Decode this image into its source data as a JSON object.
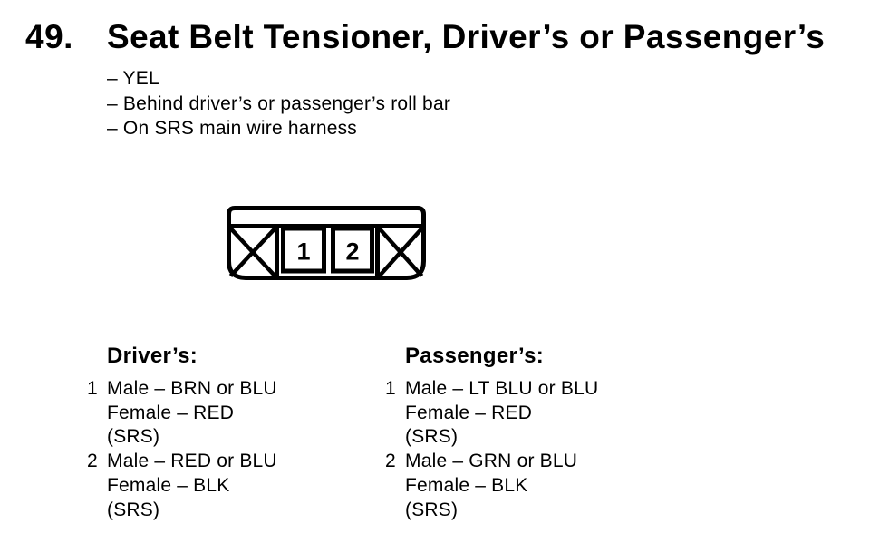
{
  "colors": {
    "ink": "#000000",
    "paper": "#ffffff"
  },
  "header": {
    "item_number": "49.",
    "title": "Seat Belt Tensioner, Driver’s or Passenger’s",
    "bullets": [
      "– YEL",
      "– Behind driver’s or passenger’s roll bar",
      "– On SRS main wire harness"
    ]
  },
  "connector": {
    "pin_labels": [
      "1",
      "2"
    ]
  },
  "columns": [
    {
      "heading": "Driver’s:",
      "entries": [
        {
          "pin": "1",
          "lines": [
            "Male – BRN or BLU",
            "Female – RED",
            "(SRS)"
          ]
        },
        {
          "pin": "2",
          "lines": [
            "Male – RED or BLU",
            "Female – BLK",
            "(SRS)"
          ]
        }
      ]
    },
    {
      "heading": "Passenger’s:",
      "entries": [
        {
          "pin": "1",
          "lines": [
            "Male – LT BLU or BLU",
            "Female – RED",
            "(SRS)"
          ]
        },
        {
          "pin": "2",
          "lines": [
            "Male – GRN or BLU",
            "Female – BLK",
            "(SRS)"
          ]
        }
      ]
    }
  ]
}
